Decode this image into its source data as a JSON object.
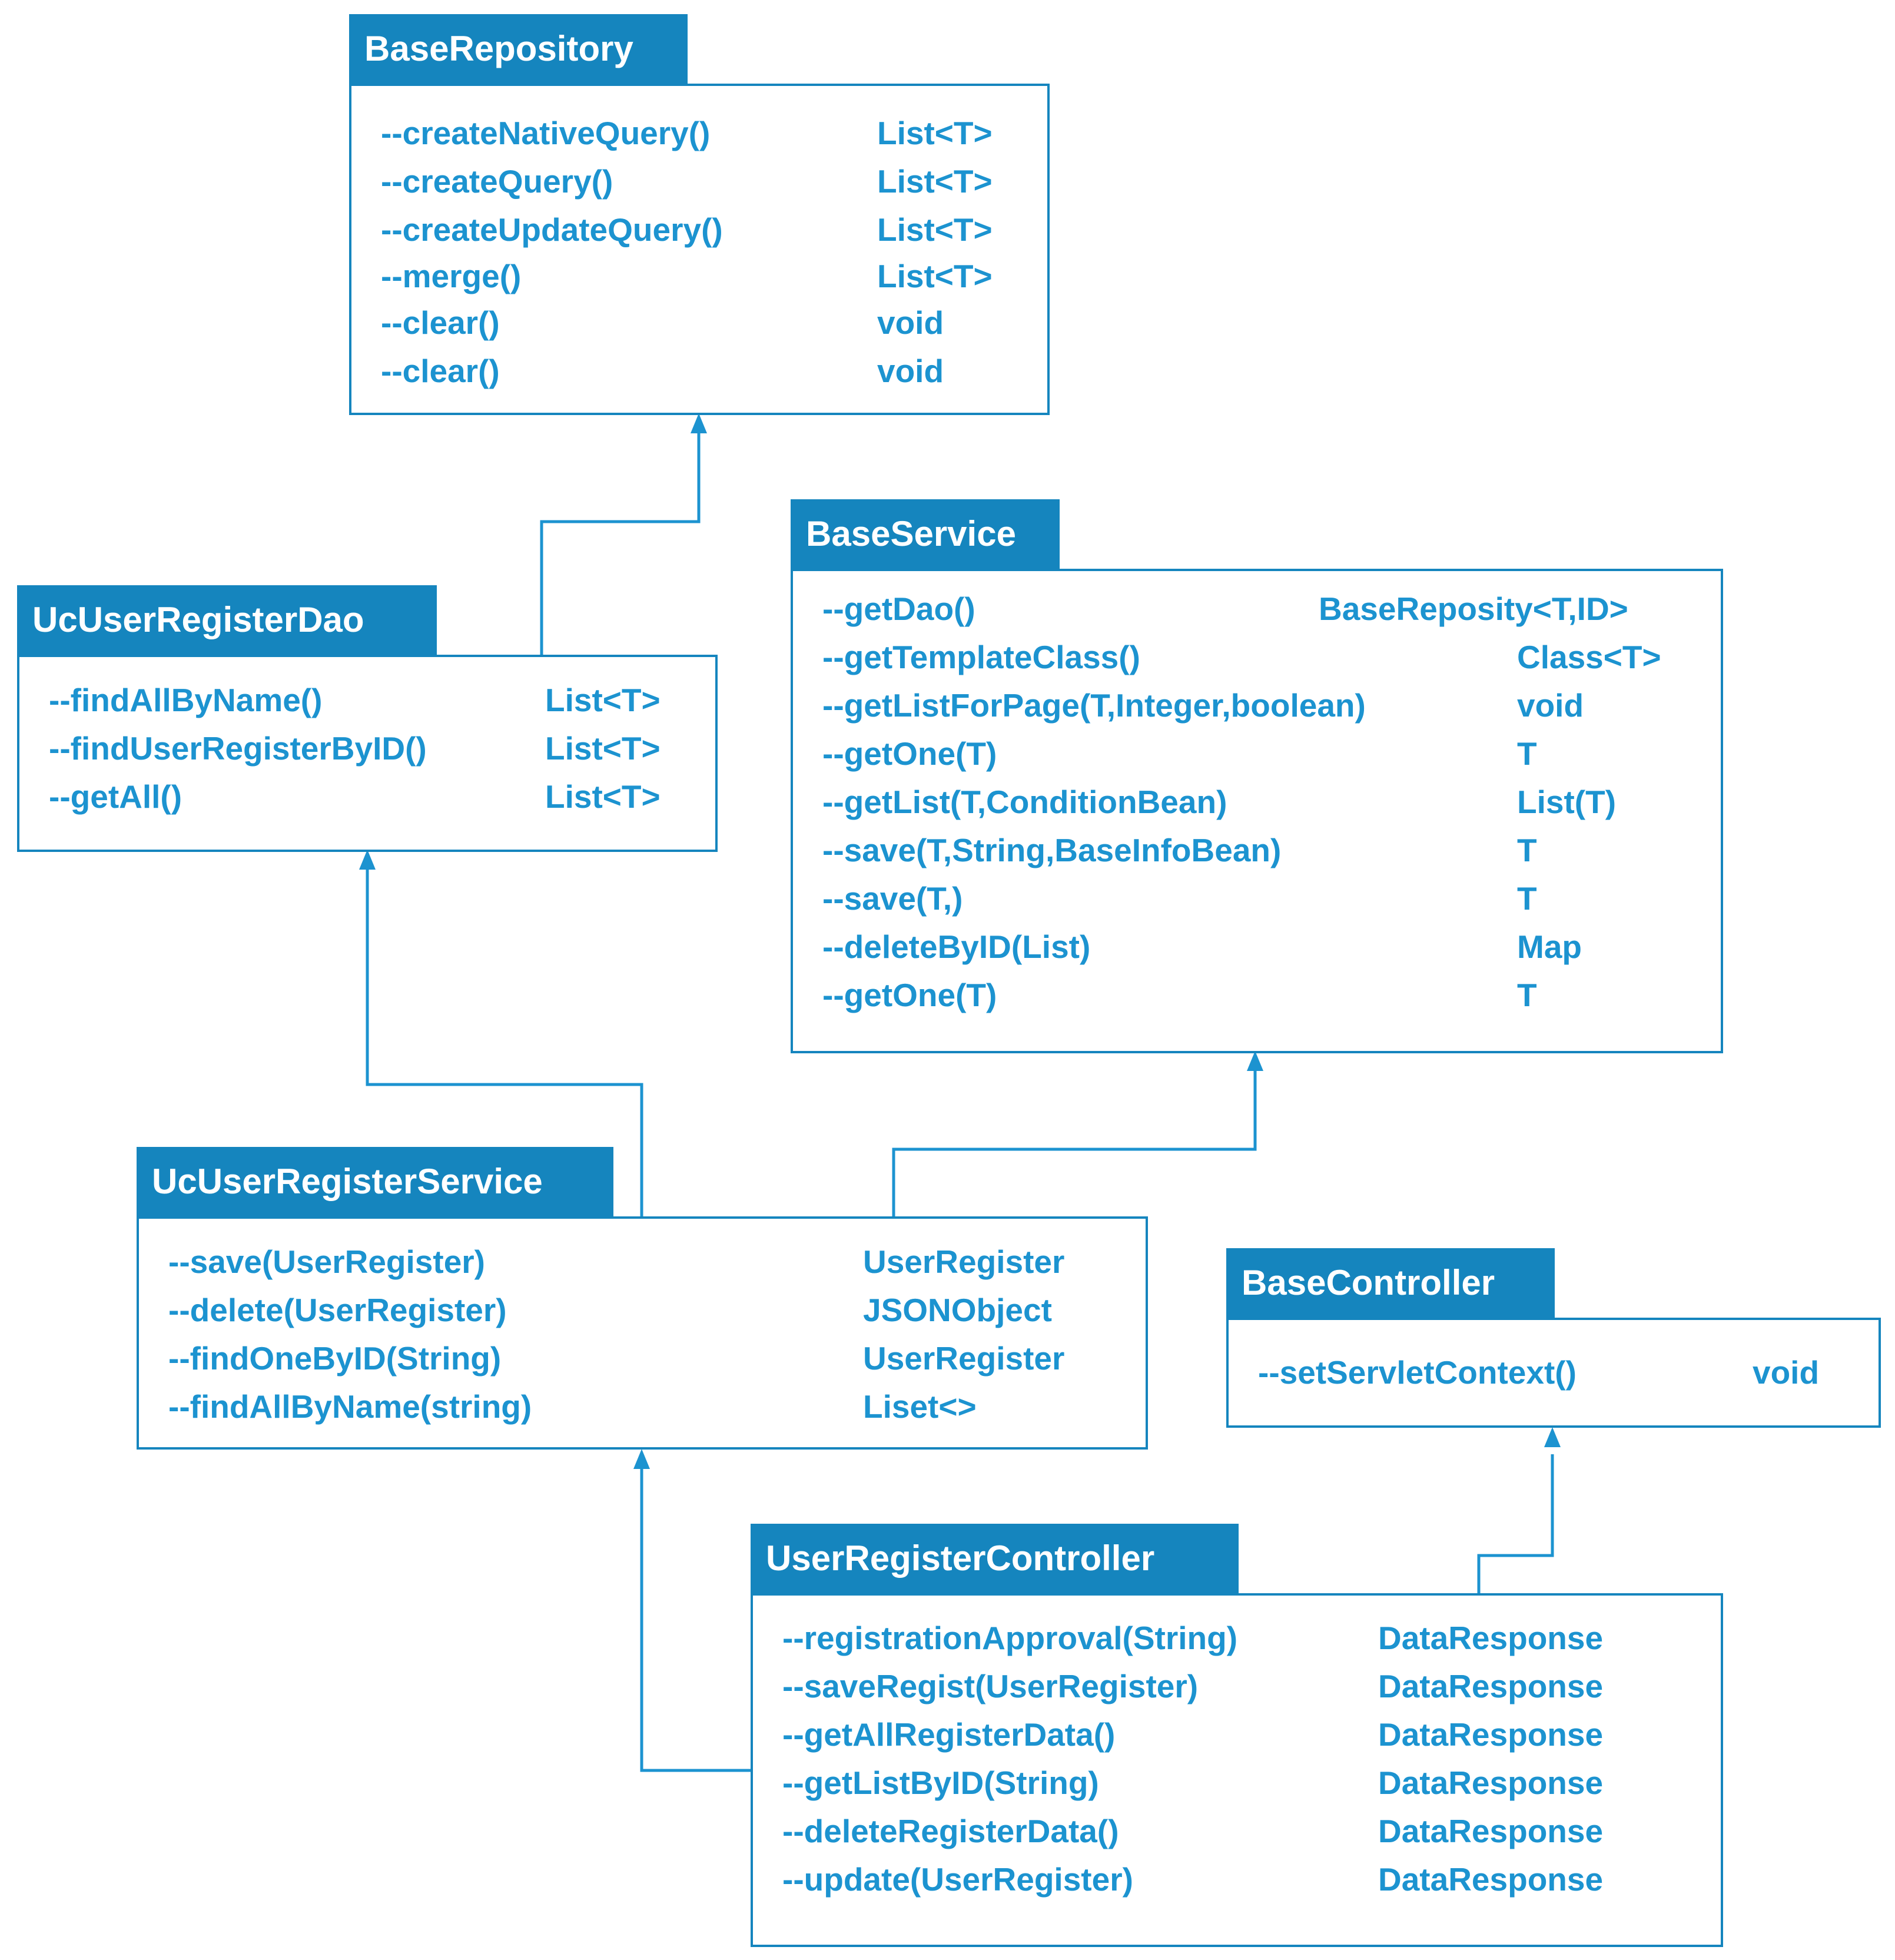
{
  "colors": {
    "header_fill": "#1585BE",
    "header_text": "#FFFFFF",
    "member_text": "#1C93D0",
    "border": "#1585BE",
    "connector": "#1C93D0"
  },
  "classes": {
    "base_repository": {
      "title": "BaseRepository",
      "members": [
        {
          "name": "--createNativeQuery()",
          "type": "List<T>"
        },
        {
          "name": "--createQuery()",
          "type": "List<T>"
        },
        {
          "name": "--createUpdateQuery()",
          "type": "List<T>"
        },
        {
          "name": "--merge()",
          "type": "List<T>"
        },
        {
          "name": "--clear()",
          "type": "void"
        },
        {
          "name": "--clear()",
          "type": "void"
        }
      ]
    },
    "uc_user_register_dao": {
      "title": "UcUserRegisterDao",
      "members": [
        {
          "name": "--findAllByName()",
          "type": "List<T>"
        },
        {
          "name": "--findUserRegisterByID()",
          "type": "List<T>"
        },
        {
          "name": "--getAll()",
          "type": "List<T>"
        }
      ]
    },
    "base_service": {
      "title": "BaseService",
      "members": [
        {
          "name": "--getDao()",
          "type": "BaseReposity<T,ID>"
        },
        {
          "name": "--getTemplateClass()",
          "type": "Class<T>"
        },
        {
          "name": "--getListForPage(T,Integer,boolean)",
          "type": "void"
        },
        {
          "name": "--getOne(T)",
          "type": "T"
        },
        {
          "name": "--getList(T,ConditionBean)",
          "type": "List(T)"
        },
        {
          "name": "--save(T,String,BaseInfoBean)",
          "type": "T"
        },
        {
          "name": "--save(T,)",
          "type": "T"
        },
        {
          "name": "--deleteByID(List)",
          "type": "Map"
        },
        {
          "name": "--getOne(T)",
          "type": "T"
        }
      ]
    },
    "uc_user_register_service": {
      "title": "UcUserRegisterService",
      "members": [
        {
          "name": "--save(UserRegister)",
          "type": "UserRegister"
        },
        {
          "name": "--delete(UserRegister)",
          "type": "JSONObject"
        },
        {
          "name": "--findOneByID(String)",
          "type": "UserRegister"
        },
        {
          "name": "--findAllByName(string)",
          "type": "Liset<>"
        }
      ]
    },
    "base_controller": {
      "title": "BaseController",
      "members": [
        {
          "name": "--setServletContext()",
          "type": "void"
        }
      ]
    },
    "user_register_controller": {
      "title": "UserRegisterController",
      "members": [
        {
          "name": "--registrationApproval(String)",
          "type": "DataResponse"
        },
        {
          "name": "--saveRegist(UserRegister)",
          "type": "DataResponse"
        },
        {
          "name": "--getAllRegisterData()",
          "type": "DataResponse"
        },
        {
          "name": "--getListByID(String)",
          "type": "DataResponse"
        },
        {
          "name": "--deleteRegisterData()",
          "type": "DataResponse"
        },
        {
          "name": "--update(UserRegister)",
          "type": "DataResponse"
        }
      ]
    }
  }
}
